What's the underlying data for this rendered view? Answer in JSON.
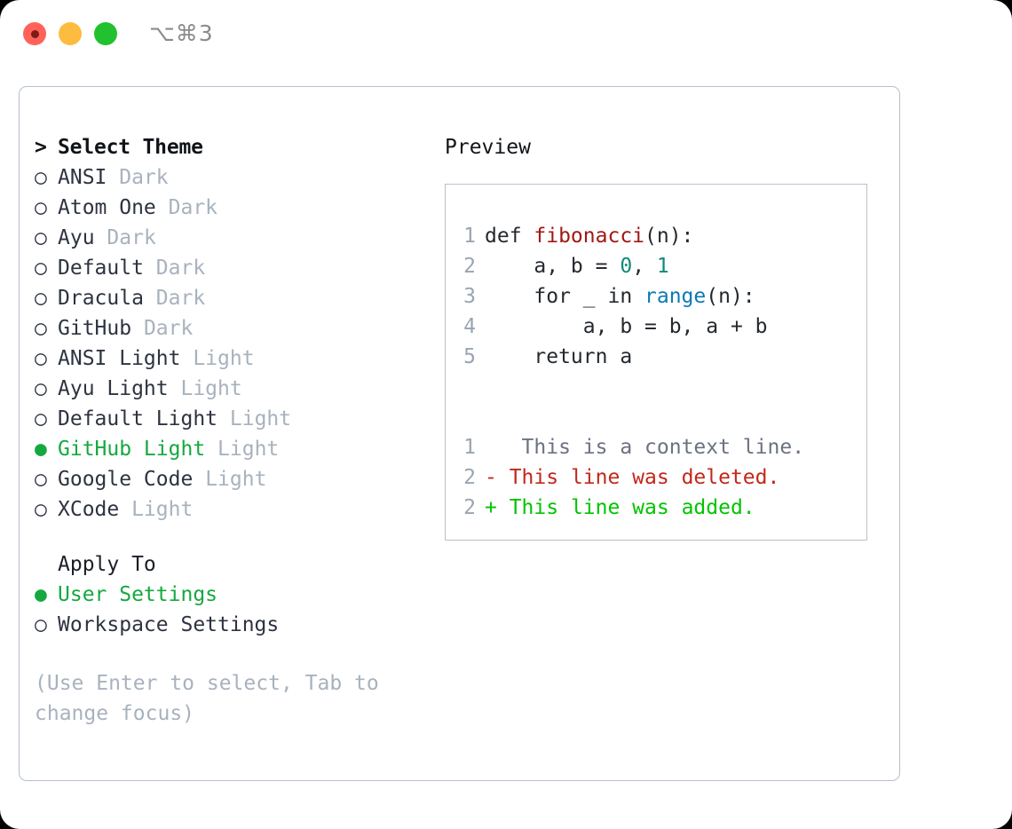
{
  "titlebar": {
    "shortcut": "⌥⌘3",
    "buttons": [
      {
        "name": "close",
        "color": "#ff6259"
      },
      {
        "name": "minimize",
        "color": "#fdbc40"
      },
      {
        "name": "zoom",
        "color": "#21c12f"
      }
    ]
  },
  "theme_picker": {
    "header_marker": ">",
    "header_label": "Select Theme",
    "items": [
      {
        "marker": "○",
        "name": "ANSI",
        "category": "Dark",
        "selected": false
      },
      {
        "marker": "○",
        "name": "Atom One",
        "category": "Dark",
        "selected": false
      },
      {
        "marker": "○",
        "name": "Ayu",
        "category": "Dark",
        "selected": false
      },
      {
        "marker": "○",
        "name": "Default",
        "category": "Dark",
        "selected": false
      },
      {
        "marker": "○",
        "name": "Dracula",
        "category": "Dark",
        "selected": false
      },
      {
        "marker": "○",
        "name": "GitHub",
        "category": "Dark",
        "selected": false
      },
      {
        "marker": "○",
        "name": "ANSI Light",
        "category": "Light",
        "selected": false
      },
      {
        "marker": "○",
        "name": "Ayu Light",
        "category": "Light",
        "selected": false
      },
      {
        "marker": "○",
        "name": "Default Light",
        "category": "Light",
        "selected": false
      },
      {
        "marker": "●",
        "name": "GitHub Light",
        "category": "Light",
        "selected": true
      },
      {
        "marker": "○",
        "name": "Google Code",
        "category": "Light",
        "selected": false
      },
      {
        "marker": "○",
        "name": "XCode",
        "category": "Light",
        "selected": false
      }
    ]
  },
  "apply_to": {
    "header_label": "Apply To",
    "options": [
      {
        "marker": "●",
        "name": "User Settings",
        "selected": true
      },
      {
        "marker": "○",
        "name": "Workspace Settings",
        "selected": false
      }
    ]
  },
  "hint": "(Use Enter to select, Tab to change focus)",
  "preview": {
    "title": "Preview",
    "code_lines": [
      {
        "number": "1",
        "tokens": [
          {
            "text": "def ",
            "kind": "plain"
          },
          {
            "text": "fibonacci",
            "kind": "fn"
          },
          {
            "text": "(n):",
            "kind": "plain"
          }
        ]
      },
      {
        "number": "2",
        "tokens": [
          {
            "text": "    a, b = ",
            "kind": "plain"
          },
          {
            "text": "0",
            "kind": "num"
          },
          {
            "text": ", ",
            "kind": "plain"
          },
          {
            "text": "1",
            "kind": "num"
          }
        ]
      },
      {
        "number": "3",
        "tokens": [
          {
            "text": "    for _ in ",
            "kind": "plain"
          },
          {
            "text": "range",
            "kind": "call"
          },
          {
            "text": "(n):",
            "kind": "plain"
          }
        ]
      },
      {
        "number": "4",
        "tokens": [
          {
            "text": "        a, b = b, a + b",
            "kind": "plain"
          }
        ]
      },
      {
        "number": "5",
        "tokens": [
          {
            "text": "    return a",
            "kind": "plain"
          }
        ]
      }
    ],
    "diff_lines": [
      {
        "number": "1",
        "sign": " ",
        "text": "  This is a context line.",
        "kind": "ctx"
      },
      {
        "number": "2",
        "sign": "-",
        "text": " This line was deleted.",
        "kind": "del"
      },
      {
        "number": "2",
        "sign": "+",
        "text": " This line was added.",
        "kind": "add"
      }
    ]
  },
  "colors": {
    "selected_green": "#15a83f",
    "muted_label": "#a8b2be",
    "text_primary": "#2d3340",
    "diff_add": "#00c400",
    "diff_del": "#c2281b",
    "diff_ctx": "#6b7280",
    "syntax_function": "#a01815",
    "syntax_number": "#0d8a7a",
    "syntax_call": "#0b7ab5",
    "panel_border": "#b6c0cc"
  }
}
